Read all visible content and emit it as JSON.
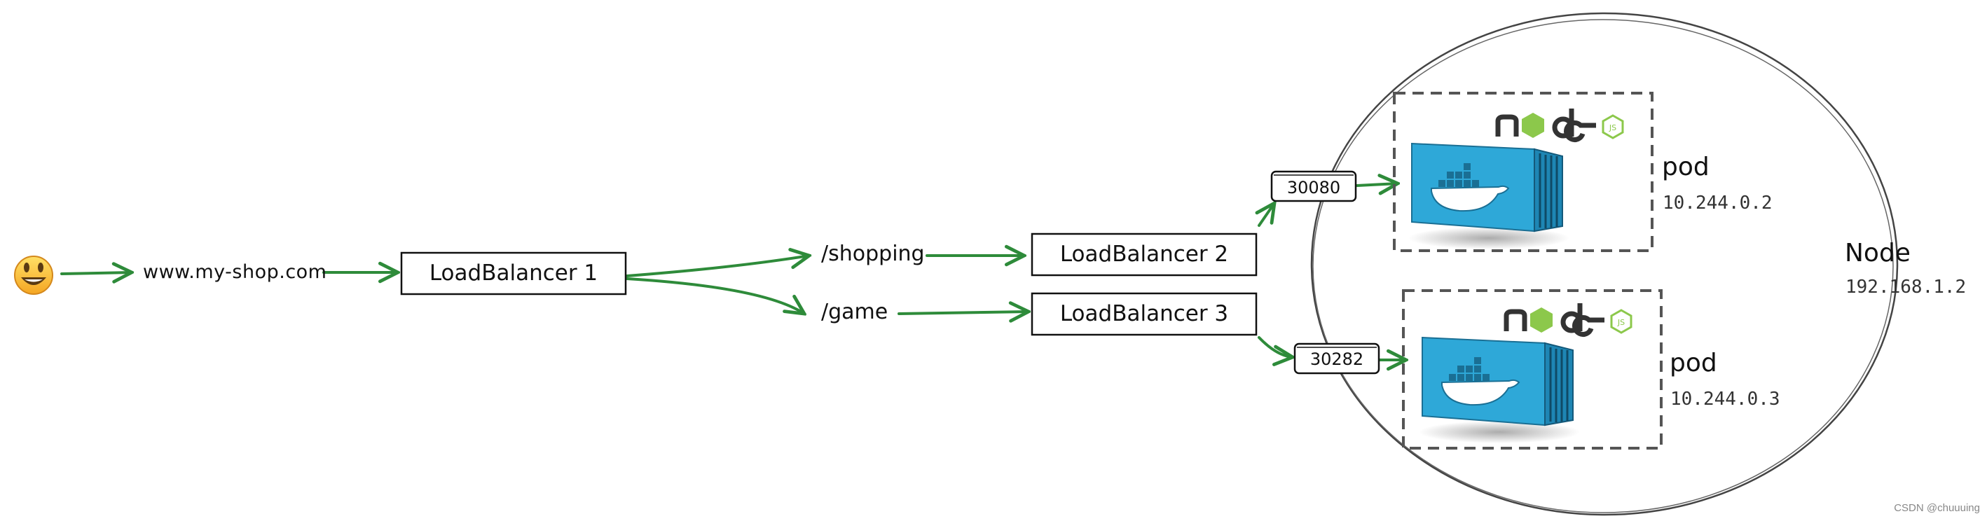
{
  "user": {
    "emoji": "😃"
  },
  "labels": {
    "domain": "www.my-shop.com",
    "path_shopping": "/shopping",
    "path_game": "/game"
  },
  "load_balancers": {
    "lb1": "LoadBalancer 1",
    "lb2": "LoadBalancer 2",
    "lb3": "LoadBalancer 3"
  },
  "ports": {
    "p1": "30080",
    "p2": "30282"
  },
  "pods": {
    "pod1": {
      "label": "pod",
      "ip": "10.244.0.2",
      "logo": "node"
    },
    "pod2": {
      "label": "pod",
      "ip": "10.244.0.3",
      "logo": "node"
    }
  },
  "node": {
    "label": "Node",
    "ip": "192.168.1.2"
  },
  "watermark": "CSDN @chuuuing",
  "colors": {
    "arrow": "#2e8b3a",
    "node_green": "#8cc84b",
    "container_blue": "#2ea8d8"
  }
}
